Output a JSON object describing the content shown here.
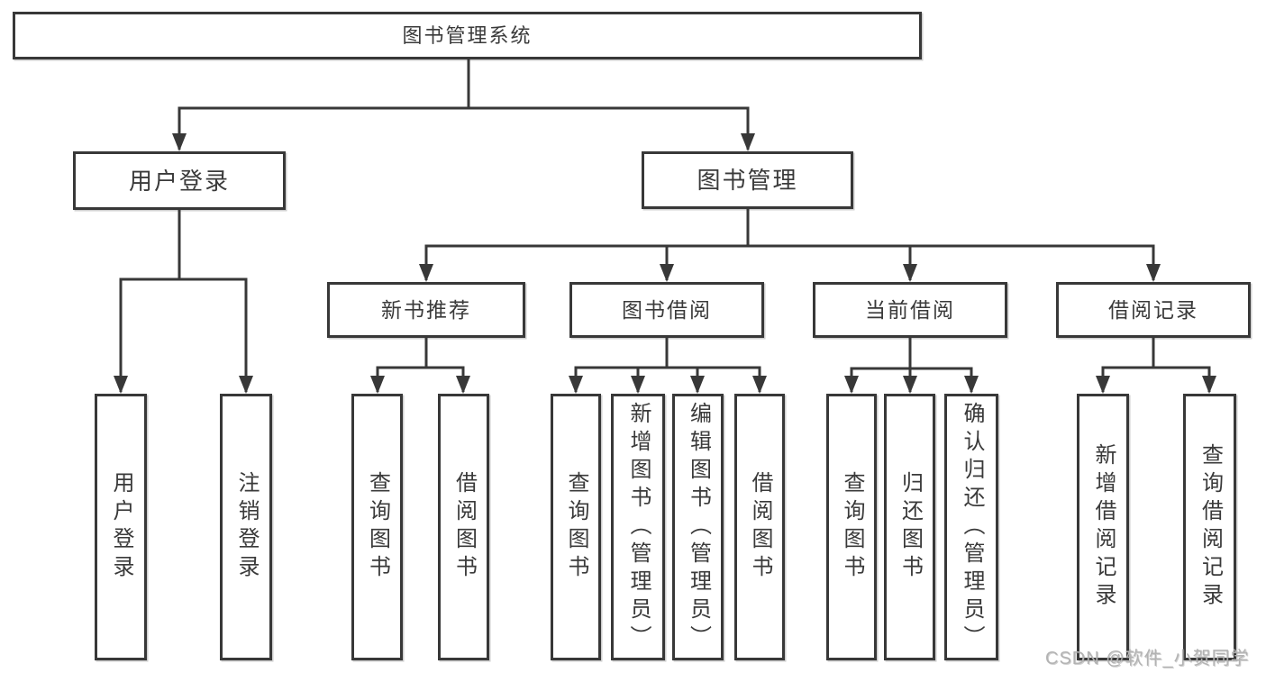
{
  "title": "图书管理系统",
  "watermark": {
    "text": "CSDN @软件_小贺同学"
  },
  "colors": {
    "line": "#383838",
    "text": "#3a3a3a",
    "background": "#ffffff",
    "watermark": "#b3b3b3"
  },
  "tree": {
    "root": {
      "label": "图书管理系统"
    },
    "branches": [
      {
        "label": "用户登录",
        "children": [
          {
            "label": "用户登录"
          },
          {
            "label": "注销登录"
          }
        ]
      },
      {
        "label": "图书管理",
        "children": [
          {
            "label": "新书推荐",
            "children": [
              {
                "label": "查询图书"
              },
              {
                "label": "借阅图书"
              }
            ]
          },
          {
            "label": "图书借阅",
            "children": [
              {
                "label": "查询图书"
              },
              {
                "label": "新增图书（管理员）"
              },
              {
                "label": "编辑图书（管理员）"
              },
              {
                "label": "借阅图书"
              }
            ]
          },
          {
            "label": "当前借阅",
            "children": [
              {
                "label": "查询图书"
              },
              {
                "label": "归还图书"
              },
              {
                "label": "确认归还（管理员）"
              }
            ]
          },
          {
            "label": "借阅记录",
            "children": [
              {
                "label": "新增借阅记录"
              },
              {
                "label": "查询借阅记录"
              }
            ]
          }
        ]
      }
    ]
  }
}
